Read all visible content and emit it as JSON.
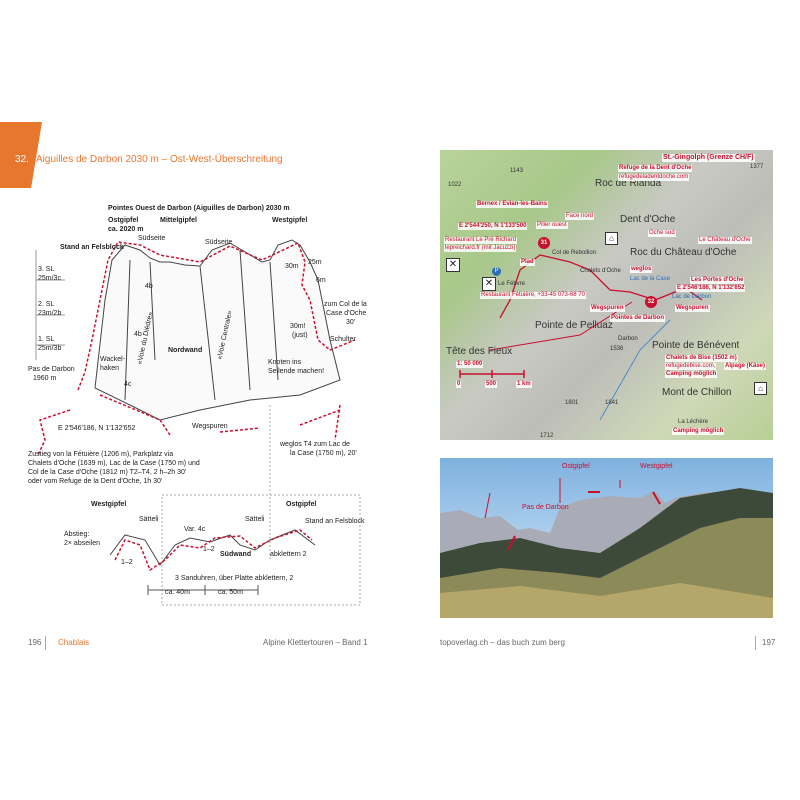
{
  "header": {
    "number": "32.",
    "title": "Aiguilles de Darbon 2030 m – Ost-West-Überschreitung"
  },
  "topo": {
    "title": "Pointes Ouest de Darbon (Aiguilles de Darbon) 2030 m",
    "ostgipfel": "Ostgipfel",
    "ostgipfel_alt": "ca. 2020 m",
    "mittelgipfel": "Mittelgipfel",
    "westgipfel": "Westgipfel",
    "stand": "Stand an Felsblock",
    "suedseite1": "Südseite",
    "suedseite2": "Südseite",
    "sl3": "3. SL",
    "sl3g": "25m/3c",
    "sl2": "2. SL",
    "sl2g": "23m/2b",
    "sl1": "1. SL",
    "sl1g": "25m/3b",
    "pas": "Pas de Darbon",
    "pas_alt": "1960 m",
    "wackel": "Wackel-",
    "haken": "haken",
    "g4b1": "4b",
    "g4b2": "4b",
    "g4c": "4c",
    "voie_diedre": "«Voie du Dièdre»",
    "voie_centrale": "«Voie Centrale»",
    "nordwand": "Nordwand",
    "m30": "30m",
    "m25": "25m",
    "m6": "6m",
    "m30b": "30m!",
    "just": "(just)",
    "col1": "zum Col de la",
    "col2": "Case d'Oche",
    "col3": "30'",
    "schulter": "Schulter",
    "knoten1": "Knoten ins",
    "knoten2": "Seilende machen!",
    "coords": "E 2'546'186, N 1'132'652",
    "wegspuren": "Wegspuren",
    "weglos1": "weglos T4 zum Lac de",
    "weglos2": "la Case (1750 m), 20'",
    "zustieg": [
      "Zustieg von la Fétuière (1206 m), Parkplatz via",
      "Chalets d'Oche (1639 m), Lac de la Case (1750 m) und",
      "Col de la Case d'Oche (1812 m) T2–T4, 2 h–2h 30'",
      "oder vom Refuge de la Dent d'Oche, 1h 30'"
    ]
  },
  "inset": {
    "westgipfel": "Westgipfel",
    "ostgipfel": "Ostgipfel",
    "satteli1": "Sätteli",
    "satteli2": "Sätteli",
    "stand": "Stand an Felsblock",
    "abstieg1": "Abstieg:",
    "abstieg2": "2× abseilen",
    "var": "Var. 4c",
    "g12a": "1–2",
    "g12b": "1–2",
    "suedwand": "Südwand",
    "abklettern": "abklettern 2",
    "sanduhren": "3 Sanduhren, über Platte abklettern, 2",
    "d40": "ca. 40m",
    "d50": "ca. 50m"
  },
  "map": {
    "refuge": "Refuge de la Dent d'Oche",
    "refuge_url": "refugedeladentdoche.com",
    "stg": "St.-Gingolph (Grenze CH/F)",
    "bernex": "Bernex / Evian-les-Bains",
    "roc_rianda": "Roc de Rianda",
    "dent": "Dent d'Oche",
    "roc_chateau": "Roc du Château d'Oche",
    "face_nord": "Face nord",
    "pilier": "Pilier ouest",
    "oche_sud": "Oche sud",
    "chateau": "Le Château d'Oche",
    "coord1": "E 2'544'250, N 1'133'500",
    "resto1": "Restaurant Le Pré Richard",
    "resto1b": "lepreichard.fr (mit Jacuzzi)",
    "plad": "Plad",
    "col_rebollion": "Col de Rebollion",
    "chalets_oche": "Chalets d'Oche",
    "weglos": "weglos",
    "lac_case": "Lac de la Case",
    "portes": "Les Portes d'Oche",
    "coord2": "E 2'546'186, N 1'132'652",
    "lac_darbon": "Lac de Darbon",
    "febvre": "Le Fébvre",
    "resto2": "Restaurant Fétuière, +33-45 073-68 70",
    "wegspuren1": "Wegspuren",
    "wegspuren2": "Wegspuren",
    "pointes": "Pointes de Darbon",
    "pelluaz": "Pointe de Pelluaz",
    "tete_fieux": "Tête des Fieux",
    "darbon": "Darbon",
    "benevent": "Pointe de Bénévent",
    "bise": "Chalets de Bise (1502 m)",
    "bise_url": "refugedebise.com,",
    "alpage": "Alpage (Käse)",
    "camping1": "Camping möglich",
    "chillon": "Mont de Chillon",
    "camping2": "Camping möglich",
    "scale": "1: 50 000",
    "s0": "0",
    "s500": "500",
    "s1km": "1 km",
    "lechere": "La Léchère",
    "n1022": "1022",
    "n1143": "1143",
    "n1377": "1377",
    "n1801": "1801",
    "n1712": "1712",
    "n1841": "1841",
    "n1536": "1536",
    "badge31": "31",
    "badge32": "32"
  },
  "photo": {
    "ostgipfel": "Ostgipfel",
    "westgipfel": "Westgipfel",
    "pas": "Pas de Darbon"
  },
  "footer": {
    "left_page": "196",
    "left_section": "Chablais",
    "left_book": "Alpine Klettertouren – Band 1",
    "right_site": "topoverlag.ch – das buch zum berg",
    "right_page": "197"
  },
  "colors": {
    "accent": "#e8772e",
    "route": "#c8102e"
  }
}
